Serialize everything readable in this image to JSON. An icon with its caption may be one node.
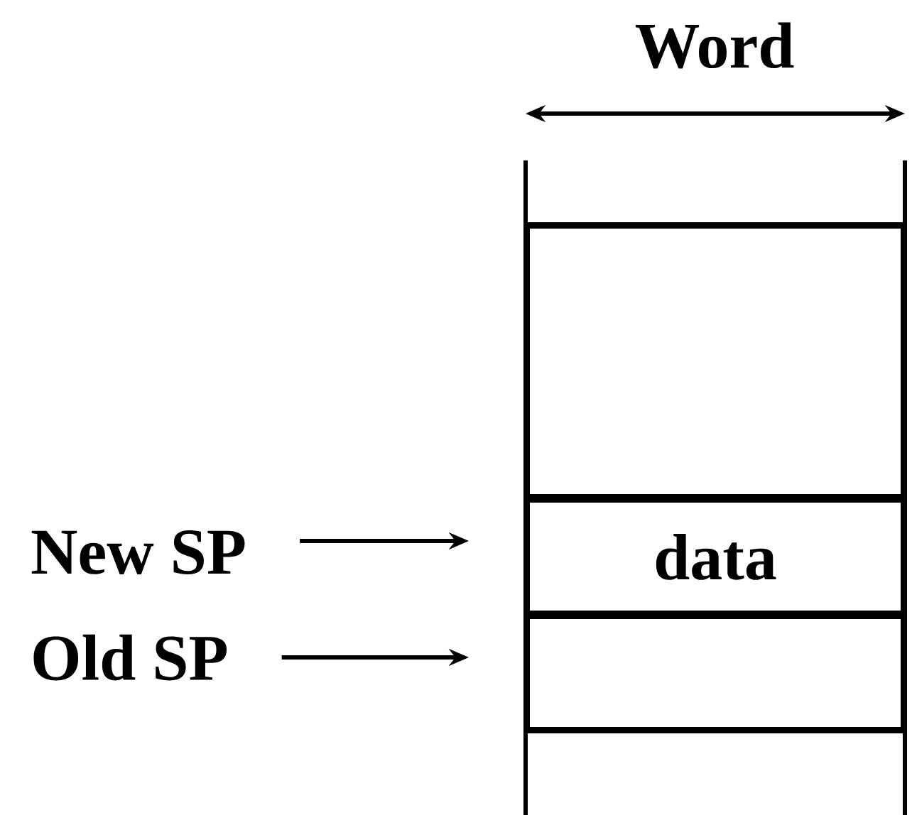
{
  "diagram": {
    "nodes": [
      {
        "text": [
          "New SP"
        ]
      },
      {
        "text": [
          "Old SP"
        ]
      },
      {
        "text": [],
        "shape": "box"
      },
      {
        "text": [
          "data"
        ]
      },
      {
        "text": [],
        "shape": "box"
      }
    ],
    "edges": [
      {
        "from": 0,
        "to": 3,
        "arrow": "to"
      },
      {
        "from": 1,
        "to": 4,
        "arrow": "to"
      }
    ],
    "labels": [
      "Word"
    ]
  }
}
